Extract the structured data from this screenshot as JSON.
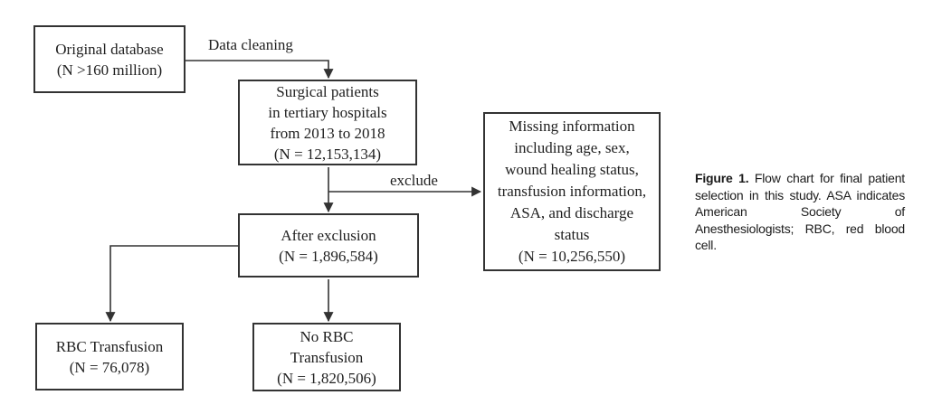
{
  "figure": {
    "boxes": [
      {
        "id": "original-database",
        "lines": [
          "Original database",
          "(N >160 million)"
        ]
      },
      {
        "id": "surgical-patients",
        "lines": [
          "Surgical patients",
          "in tertiary hospitals",
          "from 2013 to 2018",
          "(N = 12,153,134)"
        ]
      },
      {
        "id": "missing-information",
        "lines": [
          "Missing information",
          "including age, sex,",
          "wound healing status,",
          "transfusion information,",
          "ASA, and discharge",
          "status",
          "(N = 10,256,550)"
        ]
      },
      {
        "id": "after-exclusion",
        "lines": [
          "After exclusion",
          "(N = 1,896,584)"
        ]
      },
      {
        "id": "rbc-transfusion",
        "lines": [
          "RBC Transfusion",
          "(N = 76,078)"
        ]
      },
      {
        "id": "no-rbc-transfusion",
        "lines": [
          "No RBC",
          "Transfusion",
          "(N = 1,820,506)"
        ]
      }
    ],
    "edge_labels": {
      "data_cleaning": "Data cleaning",
      "exclude": "exclude"
    },
    "caption": {
      "label": "Figure 1.",
      "text": "Flow chart for final patient selection in this study. ASA indicates American Society of Anesthesiologists; RBC, red blood cell."
    },
    "colors": {
      "line": "#333333",
      "text": "#1f1f1f",
      "background": "#ffffff"
    }
  }
}
